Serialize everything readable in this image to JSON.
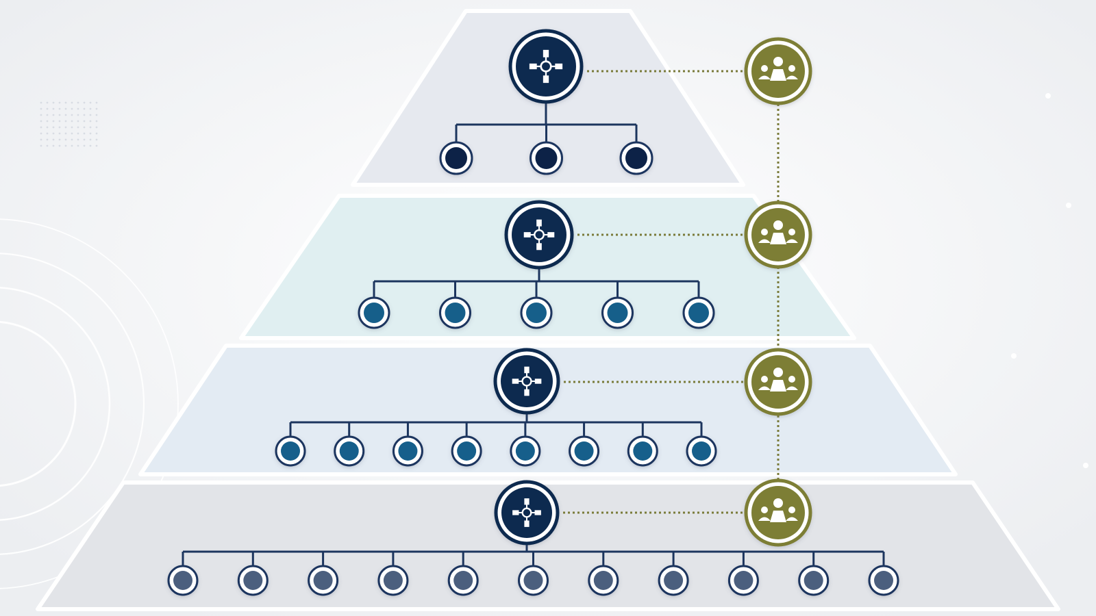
{
  "diagram": {
    "kind": "pyramid-hierarchy",
    "colors": {
      "background": "#f2f3f5",
      "hub_fill": "#0f2a4f",
      "hub_icon": "#ffffff",
      "connector_line": "#1c355e",
      "stakeholder_fill": "#7d7e34",
      "stakeholder_line": "#7a7b3a",
      "tier_fills": [
        "#e6e9ef",
        "#e0eff1",
        "#e3ebf3",
        "#e2e4e8"
      ],
      "leaf_fills": [
        "#0d2447",
        "#145f8a",
        "#155e8b",
        "#4c5e7e"
      ]
    },
    "tiers": [
      {
        "id": "tier-1",
        "hub_icon": "network-hub-icon",
        "stakeholder_icon": "people-group-icon",
        "leaf_count": 3
      },
      {
        "id": "tier-2",
        "hub_icon": "network-hub-icon",
        "stakeholder_icon": "people-group-icon",
        "leaf_count": 5
      },
      {
        "id": "tier-3",
        "hub_icon": "network-hub-icon",
        "stakeholder_icon": "people-group-icon",
        "leaf_count": 8
      },
      {
        "id": "tier-4",
        "hub_icon": "network-hub-icon",
        "stakeholder_icon": "people-group-icon",
        "leaf_count": 11
      }
    ]
  }
}
